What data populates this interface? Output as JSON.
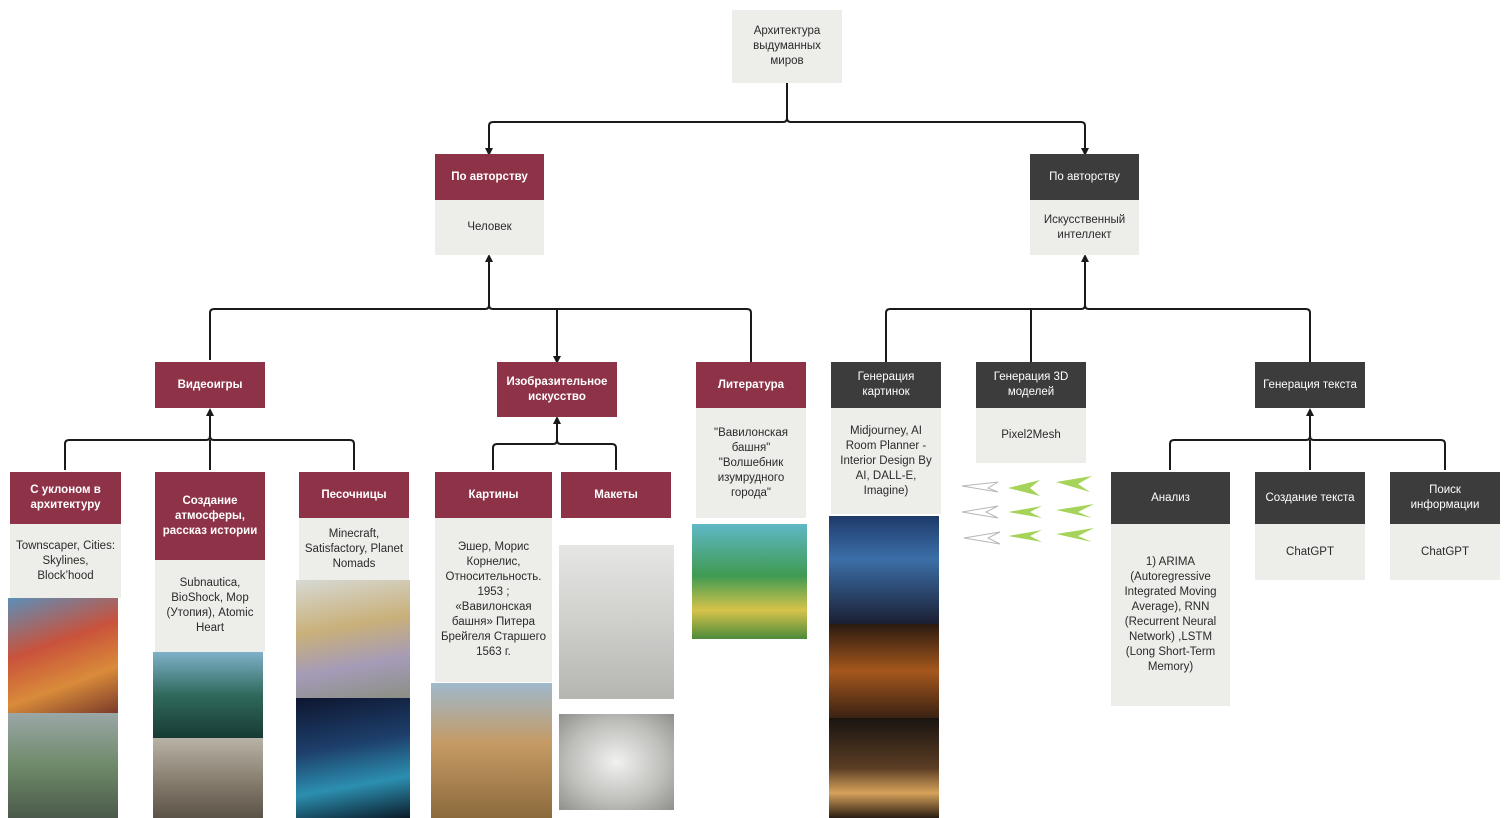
{
  "root": "Архитектура выдуманных миров",
  "left": {
    "header": "По авторству",
    "body": "Человек",
    "categories": [
      {
        "title": "Видеоигры",
        "children": [
          {
            "title": "С уклоном в архитектуру",
            "body": "Townscaper, Cities: Skylines, Block’hood"
          },
          {
            "title": "Создание атмосферы, рассказ истории",
            "body": "Subnautica, BioShock, Мор (Утопия), Atomic Heart"
          },
          {
            "title": "Песочницы",
            "body": "Minecraft, Satisfactory, Planet Nomads"
          }
        ]
      },
      {
        "title": "Изобразительное искусство",
        "children": [
          {
            "title": "Картины",
            "body": "Эшер, Морис Корнелис, Относительность. 1953 ; «Вавилонская башня» Питера Брейгеля Старшего 1563 г."
          },
          {
            "title": "Макеты",
            "body": ""
          }
        ]
      },
      {
        "title": "Литература",
        "body": "\"Вавилонская башня\" \"Волшебник изумрудного города\""
      }
    ]
  },
  "right": {
    "header": "По авторству",
    "body": "Искусственный интеллект",
    "categories": [
      {
        "title": "Генерация картинок",
        "body": "Midjourney, AI Room Planner - Interior Design By AI, DALL-E, Imagine)"
      },
      {
        "title": "Генерация 3D моделей",
        "body": "Pixel2Mesh"
      },
      {
        "title": "Генерация текста",
        "children": [
          {
            "title": "Анализ",
            "body": "1) ARIMA (Autoregressive Integrated Moving Average), RNN (Recurrent Neural Network) ,LSTM (Long Short-Term Memory)"
          },
          {
            "title": "Создание текста",
            "body": "ChatGPT"
          },
          {
            "title": "Поиск информации",
            "body": "ChatGPT"
          }
        ]
      }
    ]
  },
  "colors": {
    "red_header": "#8e3347",
    "dark_header": "#3c3c3c",
    "light_box": "#ededea",
    "line": "#1a1a1a"
  }
}
